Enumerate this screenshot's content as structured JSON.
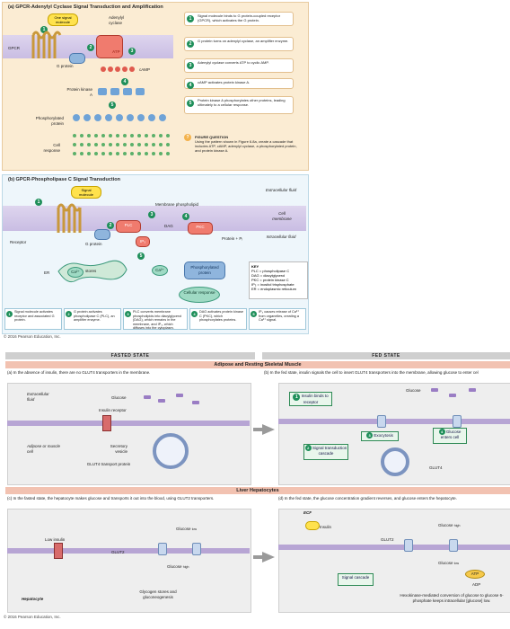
{
  "a": {
    "title": "(a) GPCR-Adenylyl Cyclase Signal Transduction and Amplification",
    "signal_molecule": "One signal molecule",
    "adenylyl_cyclase": "Adenylyl cyclase",
    "gpcr": "GPCR",
    "g_protein": "G protein",
    "atp": "ATP",
    "camp": "cAMP",
    "protein_kinase_a": "Protein kinase A",
    "phosphorylated_protein": "Phosphorylated protein",
    "cell_response": "Cell response",
    "steps": [
      {
        "n": "1",
        "text": "Signal molecule binds to G protein-coupled receptor (GPCR), which activates the G protein."
      },
      {
        "n": "2",
        "text": "G protein turns on adenylyl cyclase, an amplifier enzyme."
      },
      {
        "n": "3",
        "text": "Adenylyl cyclase converts ATP to cyclic AMP."
      },
      {
        "n": "4",
        "text": "cAMP activates protein kinase A."
      },
      {
        "n": "5",
        "text": "Protein kinase A phosphorylates other proteins, leading ultimately to a cellular response."
      }
    ],
    "figure_question_title": "FIGURE QUESTION",
    "figure_question": "Using the pattern shown in Figure 6.8a, create a cascade that includes ATP, cAMP, adenylyl cyclase, a phosphorylated protein, and protein kinase A."
  },
  "b": {
    "title": "(b) GPCR-Phospholipase C Signal Transduction",
    "signal_molecule": "Signal molecule",
    "extracellular": "Extracellular fluid",
    "cell_membrane": "Cell membrane",
    "intracellular": "Intracellular fluid",
    "membrane_phospholipid": "Membrane phospholipid",
    "receptor": "Receptor",
    "g_protein": "G protein",
    "plc": "PLC",
    "dag": "DAG",
    "pkc": "PKC",
    "ip3": "IP₃",
    "protein_pi": "Protein + Pᵢ",
    "er": "ER",
    "ca": "Ca²⁺",
    "stores": "stores",
    "ca2": "Ca²⁺",
    "phosphorylated_protein": "Phosphorylated protein",
    "cellular_response": "Cellular response",
    "key_title": "KEY",
    "key": [
      "PLC  = phospholipase C",
      "DAG  = diacylglycerol",
      "PKC  = protein kinase C",
      "IP₃  = inositol trisphosphate",
      "ER   = endoplasmic reticulum"
    ],
    "captions": [
      {
        "n": "1",
        "text": "Signal molecule activates receptor and associated G protein."
      },
      {
        "n": "2",
        "text": "G protein activates phospholipase C (PLC), an amplifier enzyme."
      },
      {
        "n": "3",
        "text": "PLC converts membrane phospholipids into diacylglycerol (DAG), which remains in the membrane, and IP₃, which diffuses into the cytoplasm."
      },
      {
        "n": "4",
        "text": "DAG activates protein kinase C (PKC), which phosphorylates proteins."
      },
      {
        "n": "5",
        "text": "IP₃ causes release of Ca²⁺ from organelles, creating a Ca²⁺ signal."
      }
    ],
    "copyright": "© 2016 Pearson Education, Inc."
  },
  "c": {
    "fasted": "FASTED STATE",
    "fed": "FED STATE",
    "adipose_header": "Adipose and Resting Skeletal Muscle",
    "qa": "(a) In the absence of insulin, there are no GLUT4 transporters in the membrane.",
    "qb": "(b) In the fed state, insulin signals the cell to insert GLUT4 transporters into the membrane, allowing glucose to enter cel",
    "extracellular": "Extracellular fluid",
    "glucose": "Glucose",
    "insulin_receptor": "Insulin receptor",
    "adipose_cell": "Adipose or muscle cell",
    "secretory_vesicle": "Secretory vesicle",
    "glut4_tp": "GLUT4 transport protein",
    "b1": "Insulin binds to receptor",
    "b2": "Signal transduction cascade",
    "b3": "Exocytosis",
    "b4": "Glucose enters cell",
    "b_glucose": "Glucose",
    "glut4": "GLUT4",
    "liver_header": "Liver Hepatocytes",
    "qc": "(c) In the fasted state, the hepatocyte makes glucose and transports it out into the blood, using GLUT2 transporters.",
    "qd": "(d) In the fed state, the glucose concentration gradient reverses, and glucose enters the hepatocyte.",
    "low_insulin": "Low insulin",
    "glut2": "GLUT2",
    "glucose_low": "Glucose",
    "low": "low",
    "glucose_high": "Glucose",
    "high": "high",
    "glycogen": "Glycogen stores and gluconeogenesis",
    "hepatocyte": "Hepatocyte",
    "ecf": "ECF",
    "insulin": "Insulin",
    "d_glut2": "GLUT2",
    "d_glucose_high": "Glucose",
    "d_high": "high",
    "d_glucose_low": "Glucose",
    "d_low": "low",
    "signal_cascade": "Signal cascade",
    "atp": "ATP",
    "adp": "ADP",
    "hexokinase": "Hexokinase-mediated conversion of glucose to glucose 6-phosphate keeps intracellular [glucose] low.",
    "copyright": "© 2016 Pearson Education, Inc."
  }
}
